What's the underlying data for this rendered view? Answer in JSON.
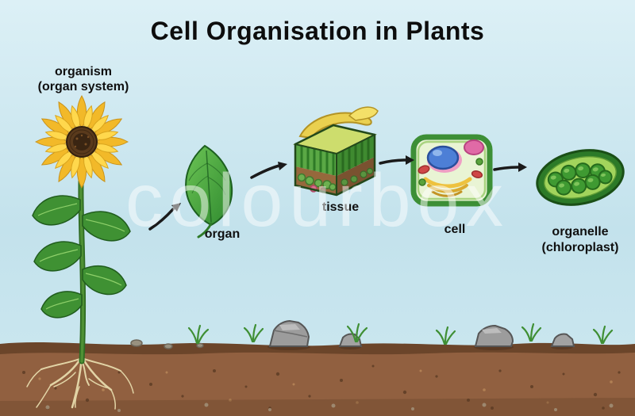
{
  "title": "Cell Organisation in Plants",
  "watermark": "colourbox",
  "labels": {
    "organism_line1": "organism",
    "organism_line2": "(organ system)",
    "organ": "organ",
    "tissue": "tissue",
    "cell": "cell",
    "organelle_line1": "organelle",
    "organelle_line2": "(chloroplast)"
  },
  "colors": {
    "petal_outer": "#f2b929",
    "petal_inner": "#ffd84d",
    "flower_disc": "#5a3a1c",
    "foliage_green": "#3f9133",
    "soil_brown": "#916040",
    "soil_ridge": "#6b452a",
    "chloroplast_outer": "#2c7a28",
    "chloroplast_inner": "#a2d45c",
    "grana_green": "#3f9a32",
    "arrow": "#1a1a1a"
  }
}
